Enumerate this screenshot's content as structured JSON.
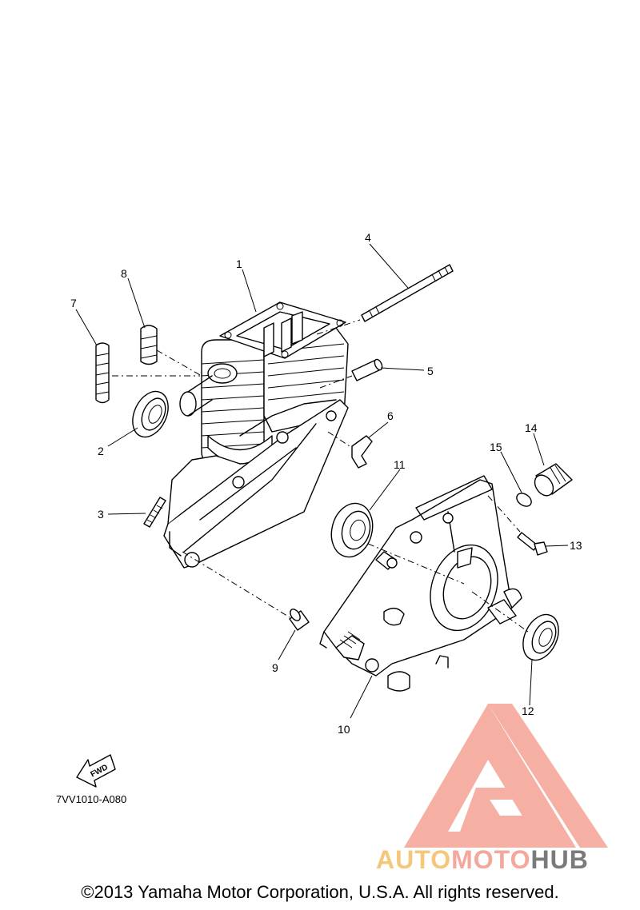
{
  "callouts": [
    "1",
    "2",
    "3",
    "4",
    "5",
    "6",
    "7",
    "8",
    "9",
    "10",
    "11",
    "12",
    "13",
    "14",
    "15"
  ],
  "fwd_label": "FWD",
  "diagram_code": "7VV1010-A080",
  "brand": {
    "part1": "AUTO",
    "part2": "MOTO",
    "part3": "HUB"
  },
  "colors": {
    "logo_red": "#f4a79a",
    "logo_yellow": "#f5c77a",
    "logo_gray": "#7a7a7a"
  },
  "copyright": "©2013 Yamaha Motor Corporation, U.S.A. All rights reserved."
}
